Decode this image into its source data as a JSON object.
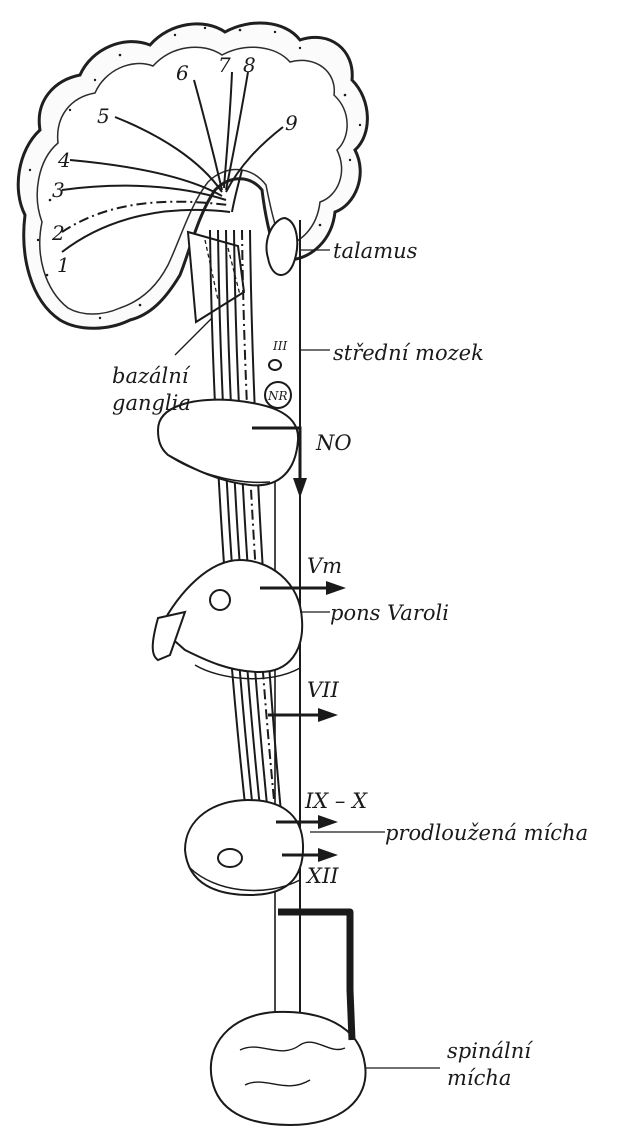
{
  "labels": {
    "talamus": "talamus",
    "stredni_mozek": "střední mozek",
    "bazalni": "bazální",
    "ganglia": "ganglia",
    "no": "NO",
    "vm": "Vm",
    "pons": "pons Varoli",
    "vii": "VII",
    "ix_x": "IX – X",
    "prodlouzena": "prodloužená mícha",
    "xii": "XII",
    "spinalni": "spinální",
    "micha": "mícha",
    "iii": "III",
    "nr": "NR"
  },
  "numbers": [
    "1",
    "2",
    "3",
    "4",
    "5",
    "6",
    "7",
    "8",
    "9"
  ]
}
